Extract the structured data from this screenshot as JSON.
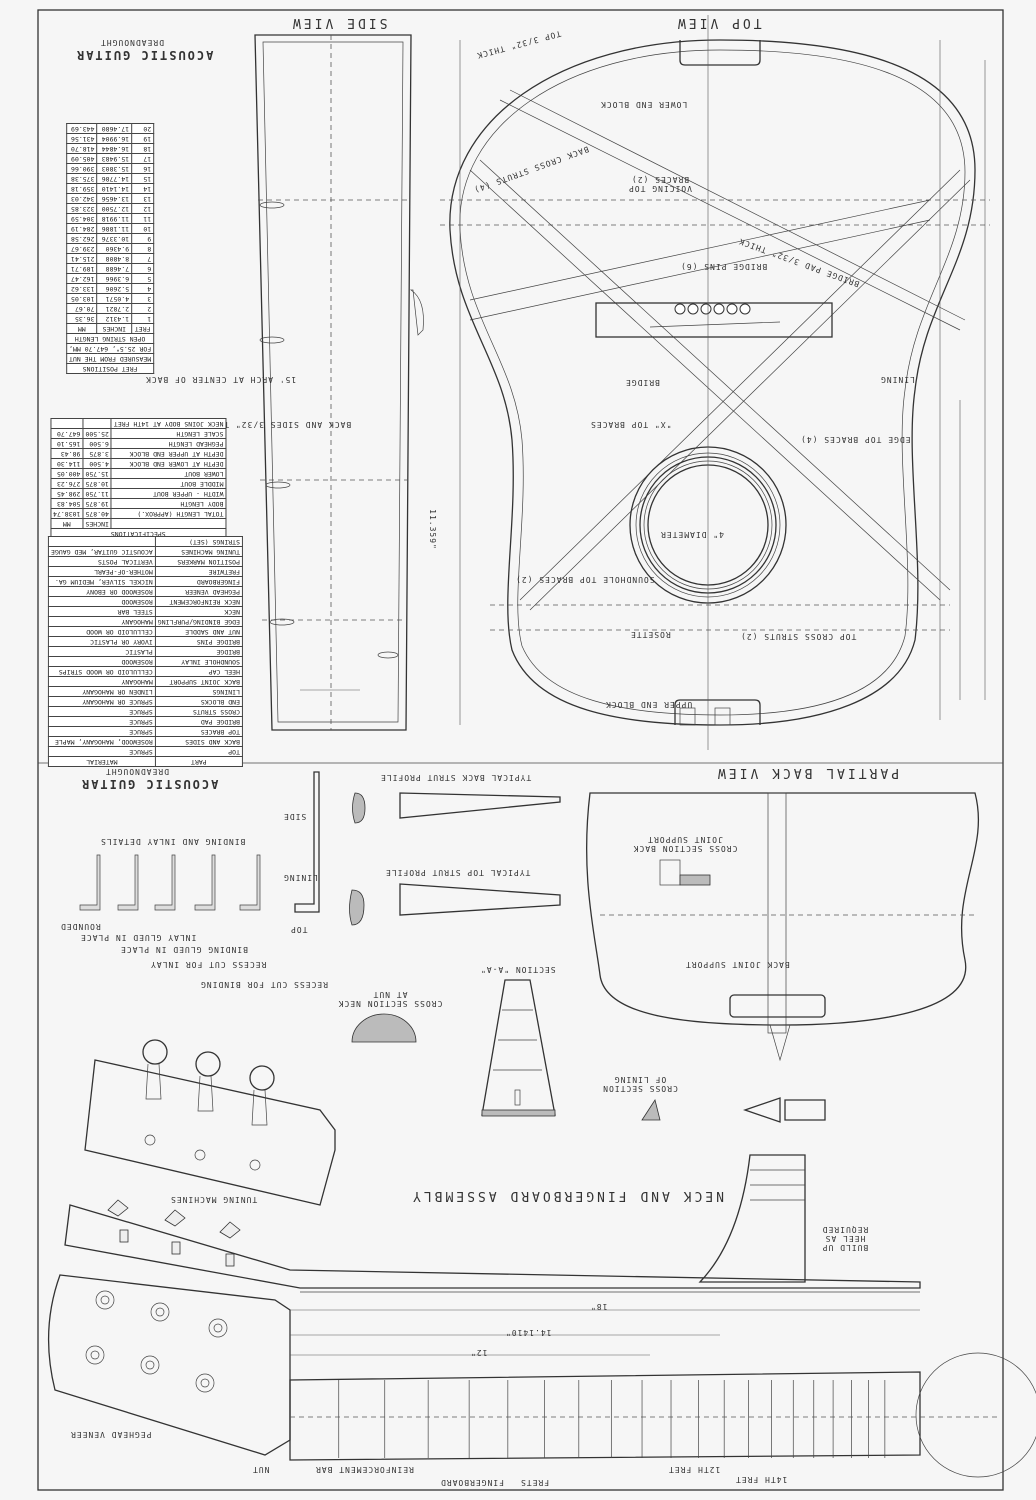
{
  "titles": {
    "main_title": "ACOUSTIC GUITAR",
    "main_subtitle": "DREADNOUGHT",
    "lower_title": "ACOUSTIC GUITAR",
    "lower_subtitle": "DREADNOUGHT",
    "side_view": "SIDE VIEW",
    "top_view": "TOP VIEW",
    "partial_back_view": "PARTIAL BACK VIEW",
    "neck_assembly": "NECK AND FINGERBOARD ASSEMBLY",
    "binding_details": "BINDING AND INLAY DETAILS",
    "back_strut_profile": "TYPICAL BACK STRUT PROFILE",
    "top_strut_profile": "TYPICAL TOP STRUT PROFILE",
    "section_aa": "SECTION \"A-A\"",
    "cross_section_neck": "CROSS SECTION NECK AT NUT",
    "cross_section_lining": "CROSS SECTION OF LINING",
    "cross_section_back_joint": "CROSS SECTION BACK JOINT SUPPORT"
  },
  "fret_table": {
    "title": "FRET POSITIONS",
    "subtitle_1": "MEASURED FROM THE NUT",
    "subtitle_2": "FOR 25.5\", 647.70 MM,",
    "subtitle_3": "OPEN STRING LENGTH",
    "headers": [
      "FRET",
      "INCHES",
      "MM"
    ],
    "rows": [
      [
        "1",
        "1.4312",
        "36.35"
      ],
      [
        "2",
        "2.7821",
        "70.67"
      ],
      [
        "3",
        "4.0571",
        "103.05"
      ],
      [
        "4",
        "5.2606",
        "133.62"
      ],
      [
        "5",
        "6.3966",
        "162.47"
      ],
      [
        "6",
        "7.4688",
        "189.71"
      ],
      [
        "7",
        "8.4808",
        "215.41"
      ],
      [
        "8",
        "9.4360",
        "239.67"
      ],
      [
        "9",
        "10.3376",
        "262.58"
      ],
      [
        "10",
        "11.1886",
        "284.19"
      ],
      [
        "11",
        "11.9918",
        "304.59"
      ],
      [
        "12",
        "12.7500",
        "323.85"
      ],
      [
        "13",
        "13.4656",
        "342.03"
      ],
      [
        "14",
        "14.1410",
        "359.18"
      ],
      [
        "15",
        "14.7786",
        "375.38"
      ],
      [
        "16",
        "15.3803",
        "390.66"
      ],
      [
        "17",
        "15.9483",
        "405.09"
      ],
      [
        "18",
        "16.4844",
        "418.70"
      ],
      [
        "19",
        "16.9904",
        "431.56"
      ],
      [
        "20",
        "17.4680",
        "443.69"
      ]
    ]
  },
  "spec_table": {
    "title": "SPECIFICATIONS",
    "headers": [
      "",
      "INCHES",
      "MM"
    ],
    "rows": [
      [
        "TOTAL LENGTH (APPROX.)",
        "40.875",
        "1038.74"
      ],
      [
        "BODY LENGTH",
        "19.875",
        "504.83"
      ],
      [
        "WIDTH - UPPER BOUT",
        "11.750",
        "298.45"
      ],
      [
        "MIDDLE BOUT",
        "10.875",
        "276.23"
      ],
      [
        "LOWER BOUT",
        "15.750",
        "400.05"
      ],
      [
        "DEPTH AT LOWER END BLOCK",
        "4.500",
        "114.30"
      ],
      [
        "DEPTH AT UPPER END BLOCK",
        "3.875",
        "98.43"
      ],
      [
        "PEGHEAD LENGTH",
        "6.500",
        "165.10"
      ],
      [
        "SCALE LENGTH",
        "25.500",
        "647.70"
      ],
      [
        "NECK JOINS BODY AT 14TH FRET",
        "",
        ""
      ]
    ]
  },
  "material_table": {
    "headers": [
      "PART",
      "MATERIAL"
    ],
    "rows": [
      [
        "TOP",
        "SPRUCE"
      ],
      [
        "BACK AND SIDES",
        "ROSEWOOD, MAHOGANY, MAPLE"
      ],
      [
        "TOP BRACES",
        "SPRUCE"
      ],
      [
        "BRIDGE PAD",
        "SPRUCE"
      ],
      [
        "CROSS STRUTS",
        "SPRUCE"
      ],
      [
        "END BLOCKS",
        "SPRUCE OR MAHOGANY"
      ],
      [
        "LININGS",
        "LINDEN OR MAHOGANY"
      ],
      [
        "BACK JOINT SUPPORT",
        "MAHOGANY"
      ],
      [
        "HEEL CAP",
        "CELLULOID OR WOOD STRIPS"
      ],
      [
        "SOUNDHOLE INLAY",
        "ROSEWOOD"
      ],
      [
        "BRIDGE",
        "PLASTIC"
      ],
      [
        "BRIDGE PINS",
        "IVORY OR PLASTIC"
      ],
      [
        "NUT AND SADDLE",
        "CELLULOID OR WOOD"
      ],
      [
        "EDGE BINDING/PURFLING",
        "MAHOGANY"
      ],
      [
        "NECK",
        "STEEL BAR"
      ],
      [
        "NECK REINFORCEMENT",
        "ROSEWOOD"
      ],
      [
        "PEGHEAD VENEER",
        "ROSEWOOD OR EBONY"
      ],
      [
        "FINGERBOARD",
        "NICKEL SILVER, MEDIUM GA."
      ],
      [
        "FRETWIRE",
        "MOTHER-OF-PEARL"
      ],
      [
        "POSITION MARKERS",
        "VERTICAL POSTS"
      ],
      [
        "TUNING MACHINES",
        "ACOUSTIC GUITAR, MED GAUGE"
      ],
      [
        "STRINGS (SET)",
        ""
      ]
    ]
  },
  "labels": {
    "top_thick": "TOP 3/32\" THICK",
    "lower_end_block": "LOWER END BLOCK",
    "back_cross_struts": "BACK CROSS STRUTS (4)",
    "voicing_braces": "VOICING TOP BRACES (2)",
    "bridge_pins": "BRIDGE PINS (6)",
    "bridge_pad": "BRIDGE PAD 3/32\" THICK",
    "bridge": "BRIDGE",
    "lining": "LINING",
    "x_top_braces": "\"X\" TOP BRACES",
    "edge_top_braces": "EDGE TOP BRACES (4)",
    "diameter": "4\" DIAMETER",
    "soundhole_braces": "SOUNDHOLE TOP BRACES (2)",
    "rosette": "ROSETTE",
    "top_cross_struts": "TOP CROSS STRUTS (2)",
    "upper_end_block": "UPPER END BLOCK",
    "body_length_dim": "11.359\"",
    "arch_back": "15' ARCH AT CENTER OF BACK",
    "back_sides_thick": "BACK AND SIDES 3/32\" THICK",
    "back_joint_support": "BACK JOINT SUPPORT",
    "side": "SIDE",
    "lining_small": "LINING",
    "top_small": "TOP",
    "recess_binding": "RECESS CUT FOR BINDING",
    "recess_inlay": "RECESS CUT FOR INLAY",
    "binding_glued": "BINDING GLUED IN PLACE",
    "inlay_glued": "INLAY GLUED IN PLACE",
    "rounded": "ROUNDED",
    "tuning_machines": "TUNING MACHINES",
    "build_up_heel": "BUILD UP HEEL AS REQUIRED",
    "peghead_veneer": "PEGHEAD VENEER",
    "nut": "NUT",
    "reinforcement_bar": "REINFORCEMENT BAR",
    "fingerboard": "FINGERBOARD",
    "frets": "FRETS",
    "twelfth_fret": "12TH FRET",
    "fourteenth_fret": "14TH FRET",
    "dim_18": "18\"",
    "dim_14141": "14.1410\"",
    "dim_12": "12\""
  }
}
